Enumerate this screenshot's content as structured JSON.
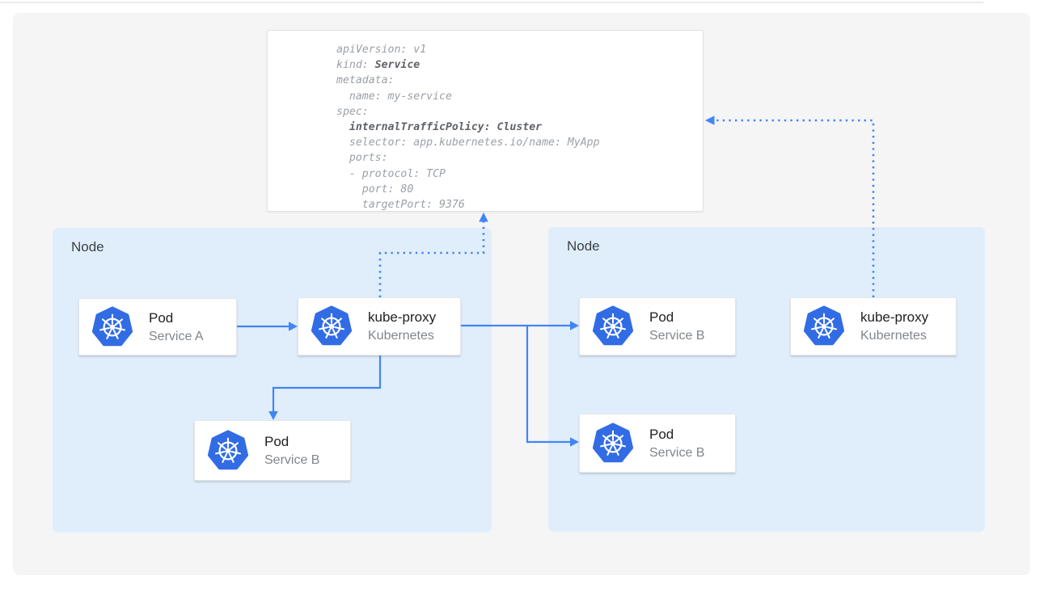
{
  "yaml_card": {
    "lines": [
      [
        {
          "t": "apiVersion: v1",
          "b": false
        }
      ],
      [
        {
          "t": "kind: ",
          "b": false
        },
        {
          "t": "Service",
          "b": true
        }
      ],
      [
        {
          "t": "metadata:",
          "b": false
        }
      ],
      [
        {
          "t": "  name: my-service",
          "b": false
        }
      ],
      [
        {
          "t": "spec:",
          "b": false
        }
      ],
      [
        {
          "t": "  ",
          "b": false
        },
        {
          "t": "internalTrafficPolicy: Cluster",
          "b": true
        }
      ],
      [
        {
          "t": "  selector: app.kubernetes.io/name: MyApp",
          "b": false
        }
      ],
      [
        {
          "t": "  ports:",
          "b": false
        }
      ],
      [
        {
          "t": "  - protocol: TCP",
          "b": false
        }
      ],
      [
        {
          "t": "    port: 80",
          "b": false
        }
      ],
      [
        {
          "t": "    targetPort: 9376",
          "b": false
        }
      ]
    ]
  },
  "nodes": {
    "left": {
      "label": "Node"
    },
    "right": {
      "label": "Node"
    }
  },
  "cards": {
    "pod_a": {
      "title": "Pod",
      "subtitle": "Service A",
      "icon": "kubernetes-icon"
    },
    "kube_proxy_left": {
      "title": "kube-proxy",
      "subtitle": "Kubernetes",
      "icon": "kubernetes-icon"
    },
    "pod_b_left": {
      "title": "Pod",
      "subtitle": "Service B",
      "icon": "kubernetes-icon"
    },
    "pod_b_right_top": {
      "title": "Pod",
      "subtitle": "Service B",
      "icon": "kubernetes-icon"
    },
    "pod_b_right_bottom": {
      "title": "Pod",
      "subtitle": "Service B",
      "icon": "kubernetes-icon"
    },
    "kube_proxy_right": {
      "title": "kube-proxy",
      "subtitle": "Kubernetes",
      "icon": "kubernetes-icon"
    }
  },
  "colors": {
    "arrow": "#4285f4",
    "node_bg": "#e0eefc",
    "k8s_blue": "#326ce5",
    "panel_bg": "#f5f5f6"
  }
}
